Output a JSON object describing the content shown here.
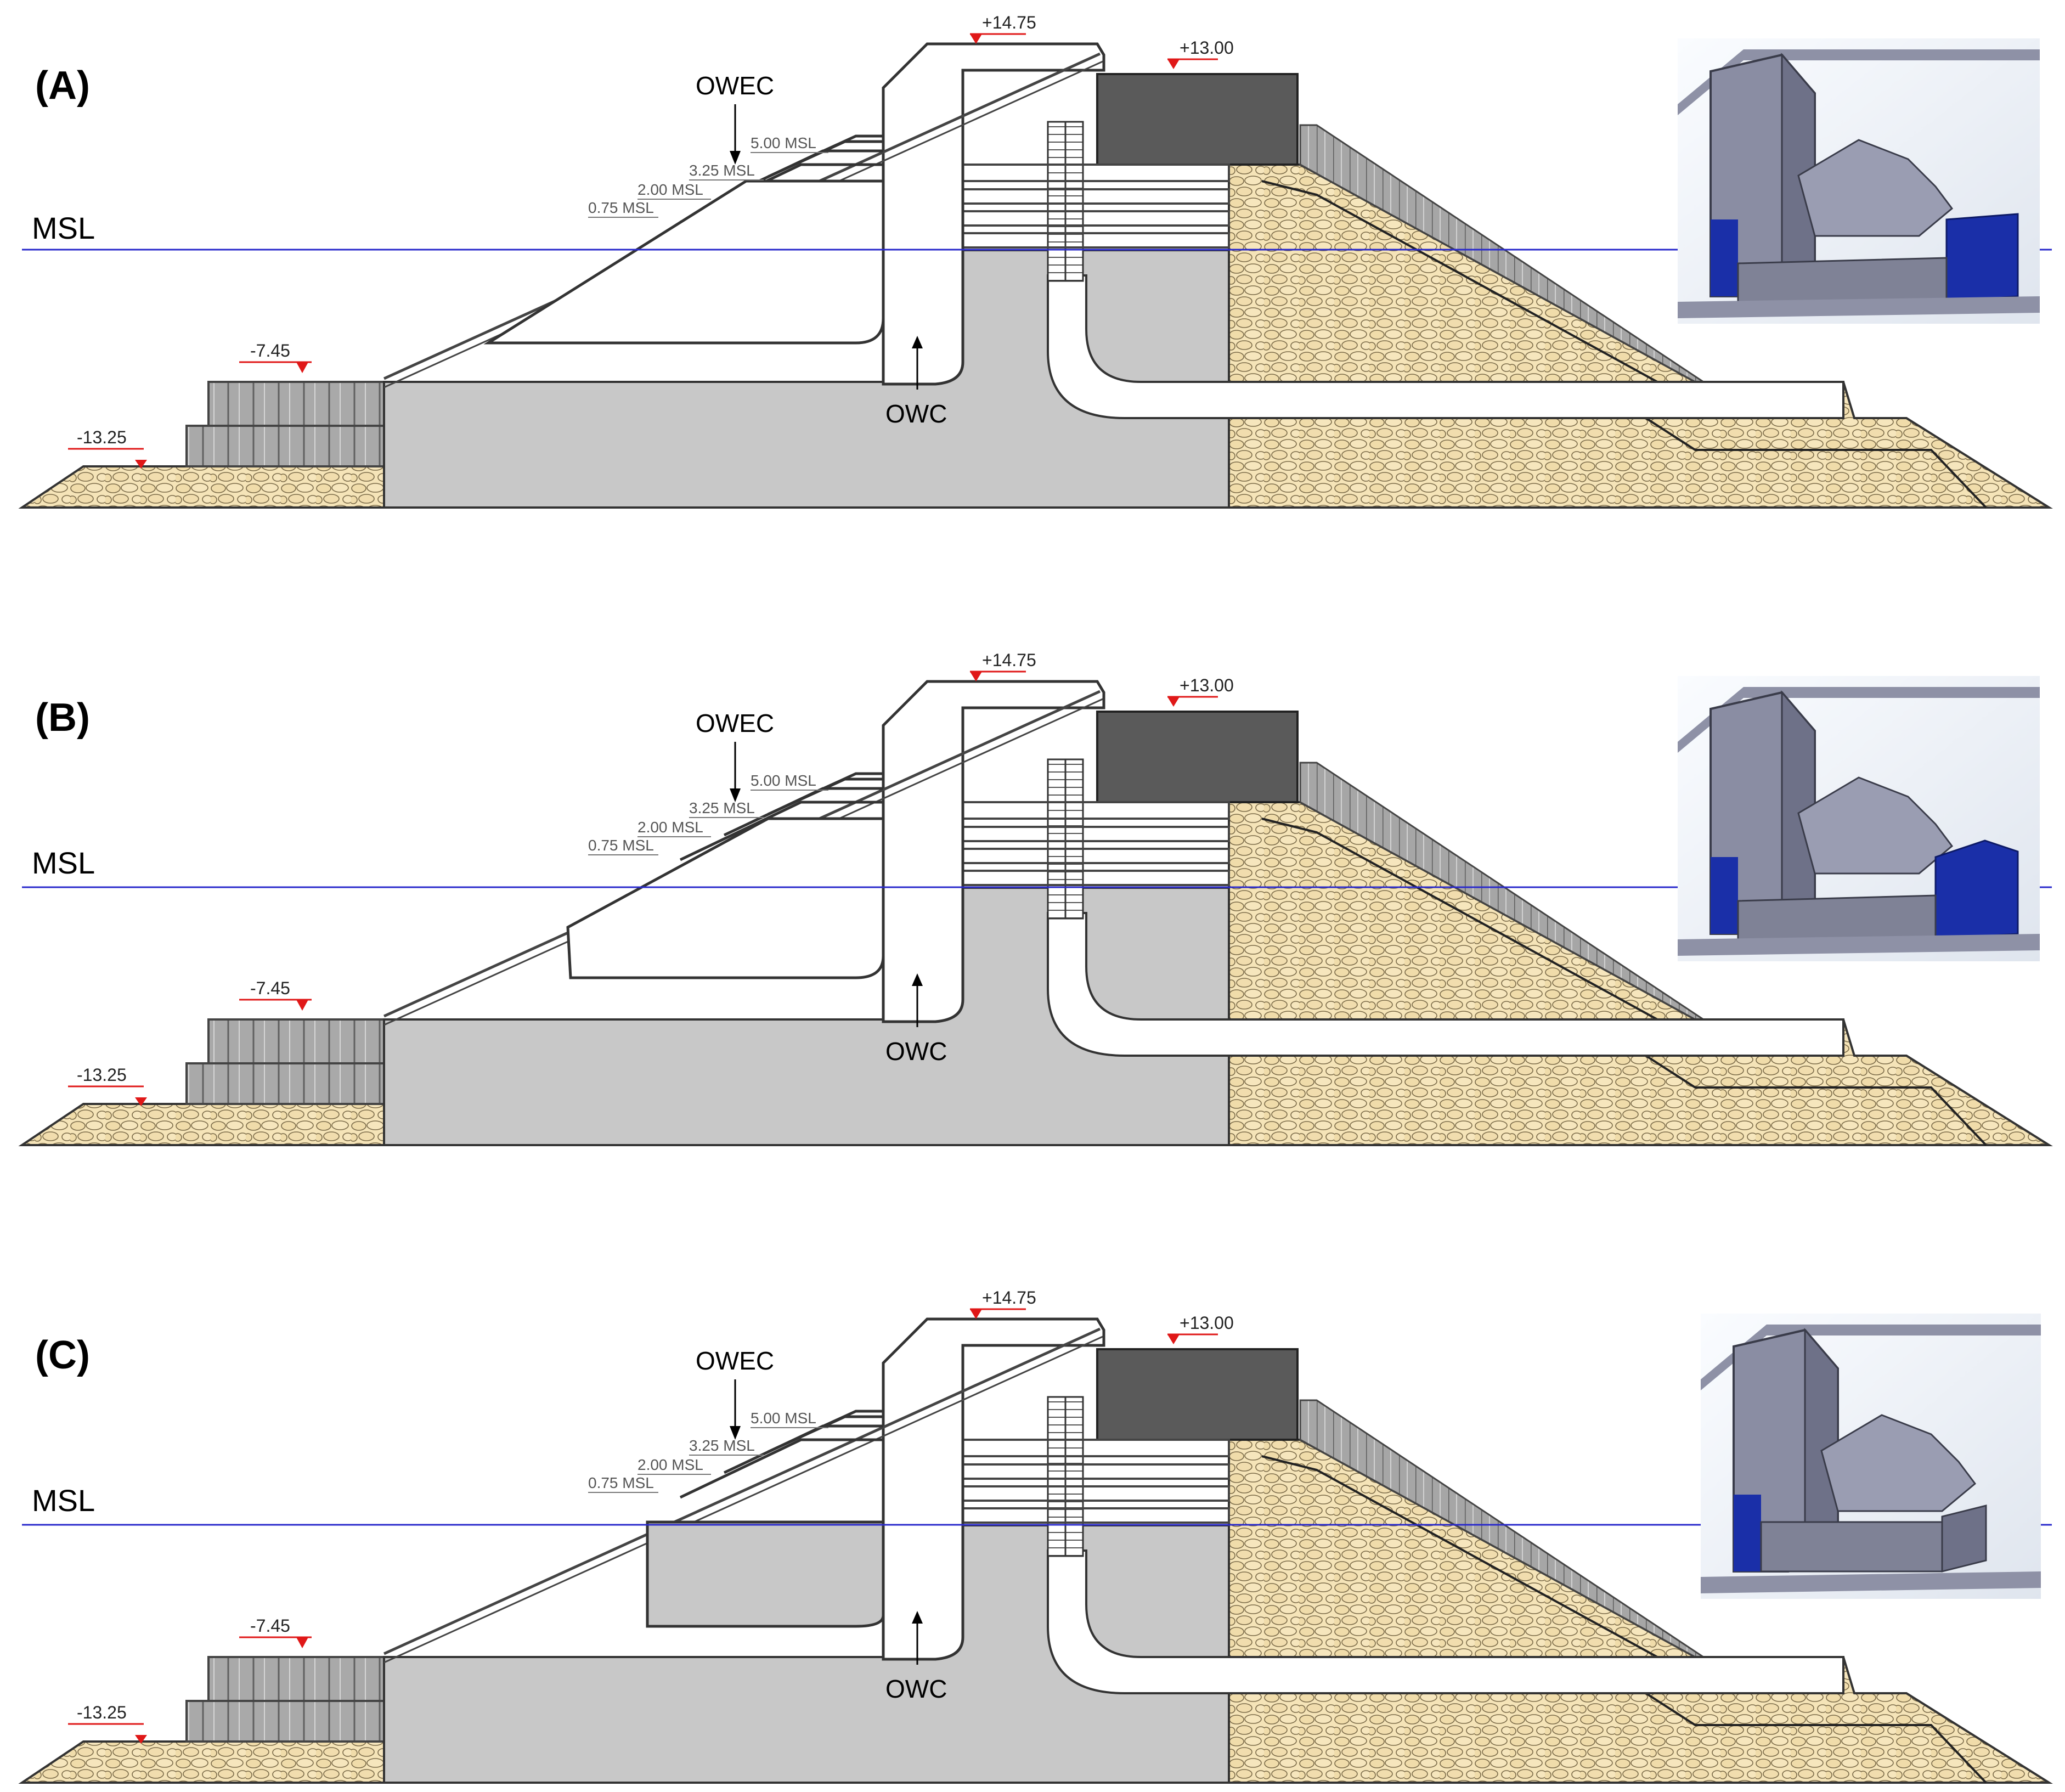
{
  "figure": {
    "mean_sea_level_label": "MSL",
    "owec_label": "OWEC",
    "owc_label": "OWC",
    "slot_levels": [
      "5.00 MSL",
      "3.25 MSL",
      "2.00 MSL",
      "0.75 MSL"
    ],
    "elevations": {
      "crest": "+14.75",
      "cap": "+13.00",
      "toe_berm": "-7.45",
      "toe": "-13.25"
    },
    "panels": [
      {
        "id": "A",
        "label": "(A)",
        "basin_shape": "trapezoid",
        "has_tank": true
      },
      {
        "id": "B",
        "label": "(B)",
        "basin_shape": "hexagon",
        "has_tank": true
      },
      {
        "id": "C",
        "label": "(C)",
        "basin_shape": "rectangle",
        "has_tank": false
      }
    ],
    "colors": {
      "concrete": "#c8c8c8",
      "cap_block": "#5a5a5a",
      "rock_fill": "#f5e4b8",
      "armour": "#9a9a9a",
      "water_line": "#2a2acc",
      "elevation_marker": "#e01818",
      "owc_inset_highlight": "#1a2fa8"
    }
  }
}
